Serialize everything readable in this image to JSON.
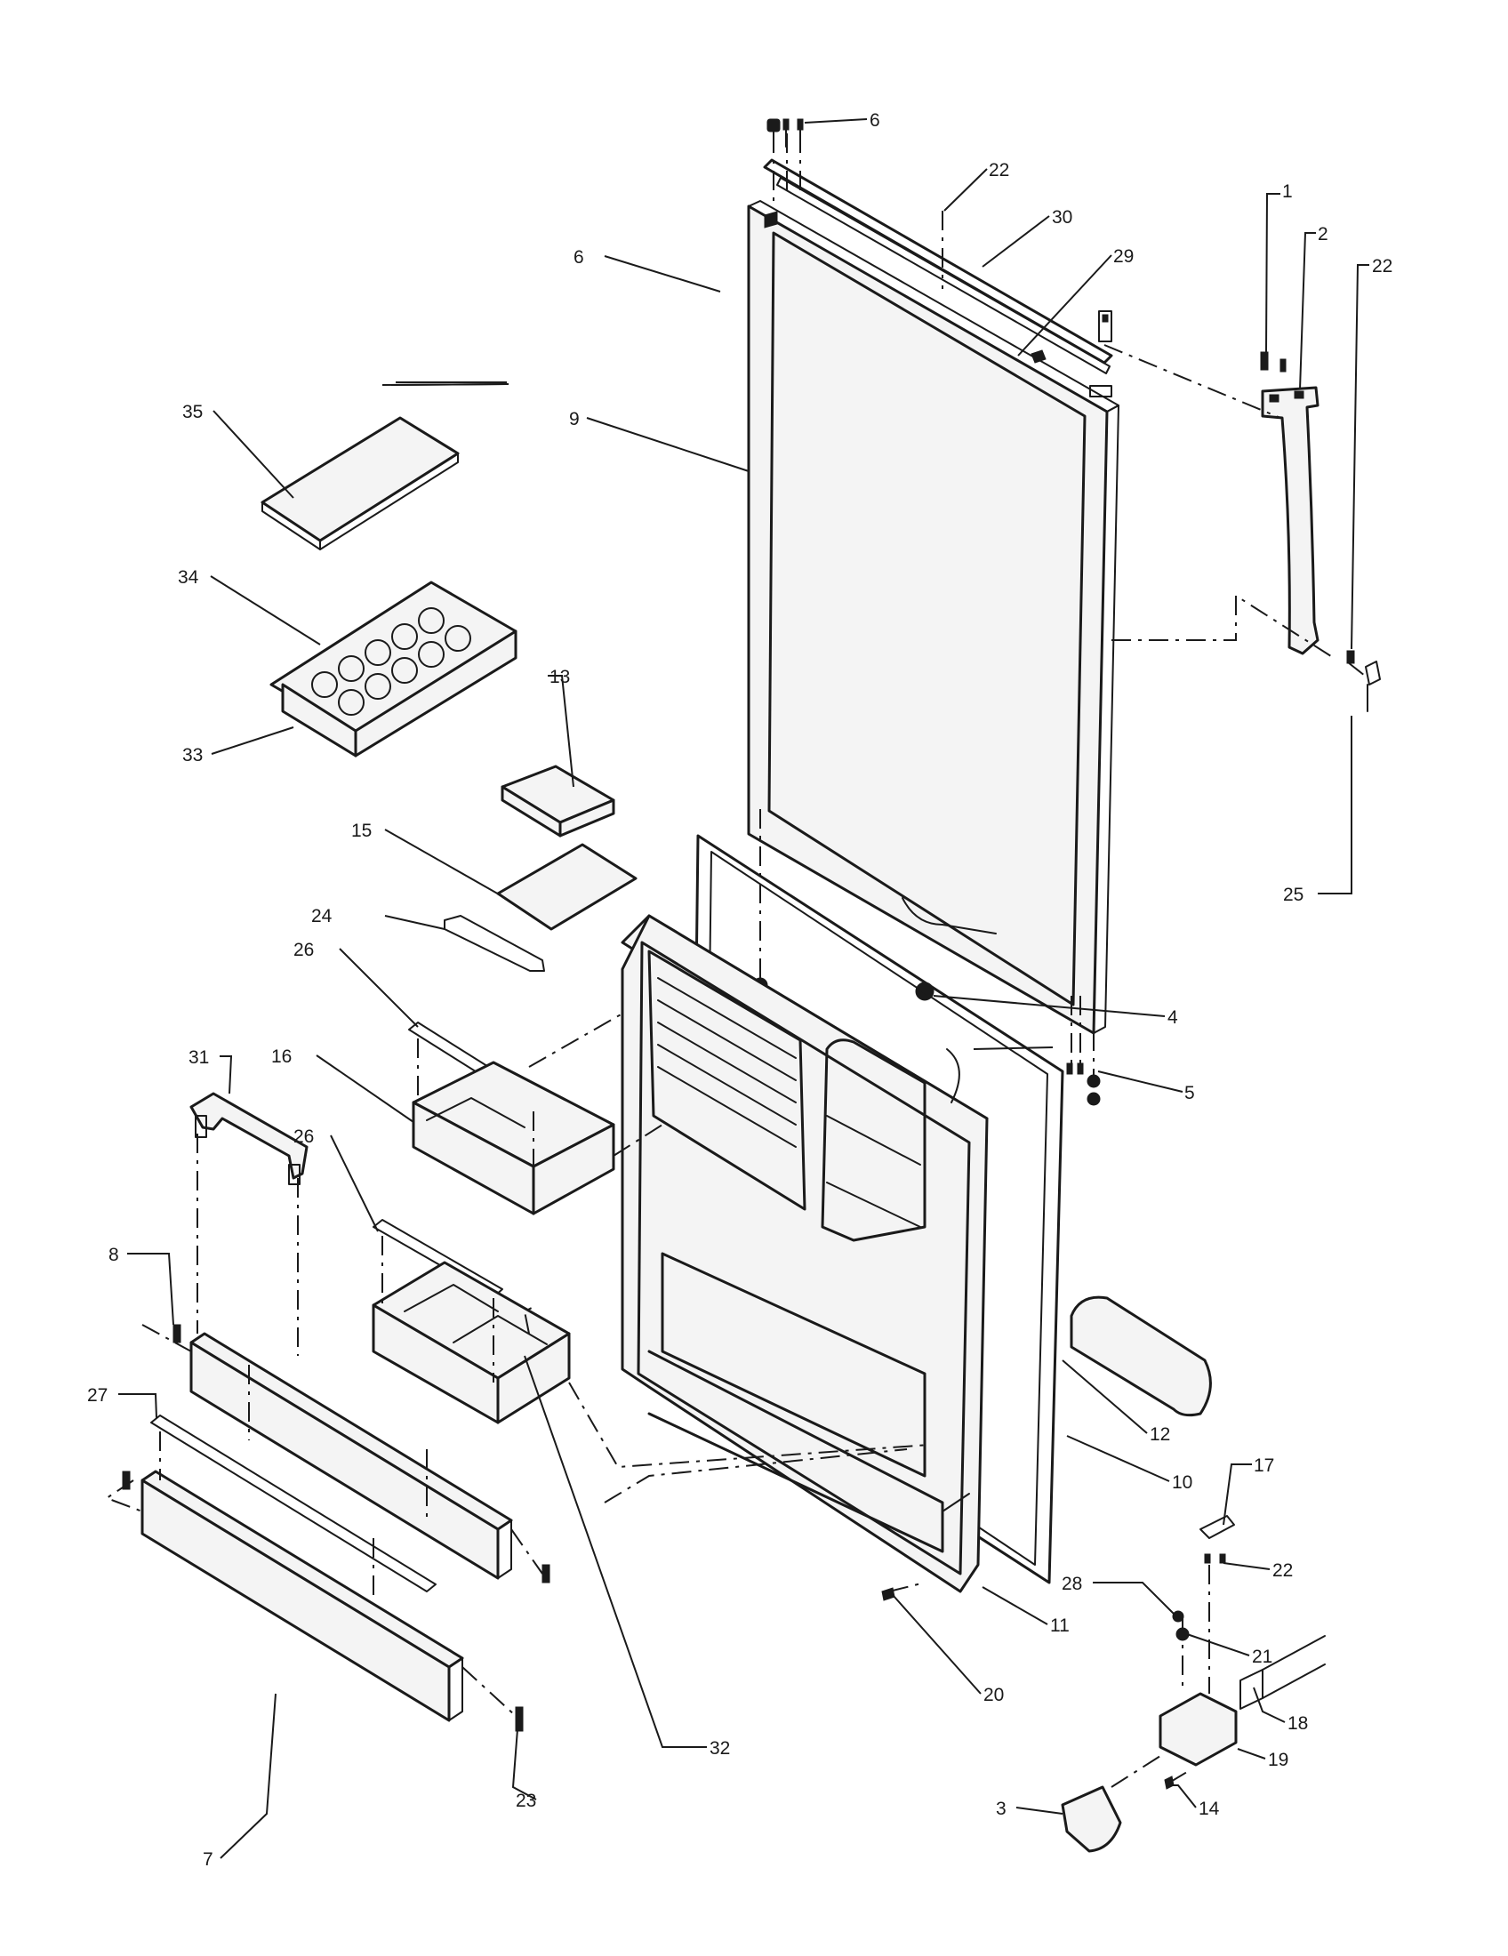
{
  "diagram": {
    "callouts": [
      {
        "id": "c1",
        "text": "1"
      },
      {
        "id": "c2",
        "text": "2"
      },
      {
        "id": "c3",
        "text": "3"
      },
      {
        "id": "c4",
        "text": "4"
      },
      {
        "id": "c5",
        "text": "5"
      },
      {
        "id": "c6a",
        "text": "6"
      },
      {
        "id": "c6b",
        "text": "6"
      },
      {
        "id": "c7",
        "text": "7"
      },
      {
        "id": "c8",
        "text": "8"
      },
      {
        "id": "c9",
        "text": "9"
      },
      {
        "id": "c10",
        "text": "10"
      },
      {
        "id": "c11",
        "text": "11"
      },
      {
        "id": "c12",
        "text": "12"
      },
      {
        "id": "c13",
        "text": "13"
      },
      {
        "id": "c14",
        "text": "14"
      },
      {
        "id": "c15",
        "text": "15"
      },
      {
        "id": "c16",
        "text": "16"
      },
      {
        "id": "c17",
        "text": "17"
      },
      {
        "id": "c18",
        "text": "18"
      },
      {
        "id": "c19",
        "text": "19"
      },
      {
        "id": "c20",
        "text": "20"
      },
      {
        "id": "c21",
        "text": "21"
      },
      {
        "id": "c22a",
        "text": "22"
      },
      {
        "id": "c22b",
        "text": "22"
      },
      {
        "id": "c22c",
        "text": "22"
      },
      {
        "id": "c23",
        "text": "23"
      },
      {
        "id": "c24",
        "text": "24"
      },
      {
        "id": "c25",
        "text": "25"
      },
      {
        "id": "c26a",
        "text": "26"
      },
      {
        "id": "c26b",
        "text": "26"
      },
      {
        "id": "c27",
        "text": "27"
      },
      {
        "id": "c28",
        "text": "28"
      },
      {
        "id": "c29",
        "text": "29"
      },
      {
        "id": "c30",
        "text": "30"
      },
      {
        "id": "c31",
        "text": "31"
      },
      {
        "id": "c32",
        "text": "32"
      },
      {
        "id": "c33",
        "text": "33"
      },
      {
        "id": "c34",
        "text": "34"
      },
      {
        "id": "c35",
        "text": "35"
      }
    ]
  }
}
